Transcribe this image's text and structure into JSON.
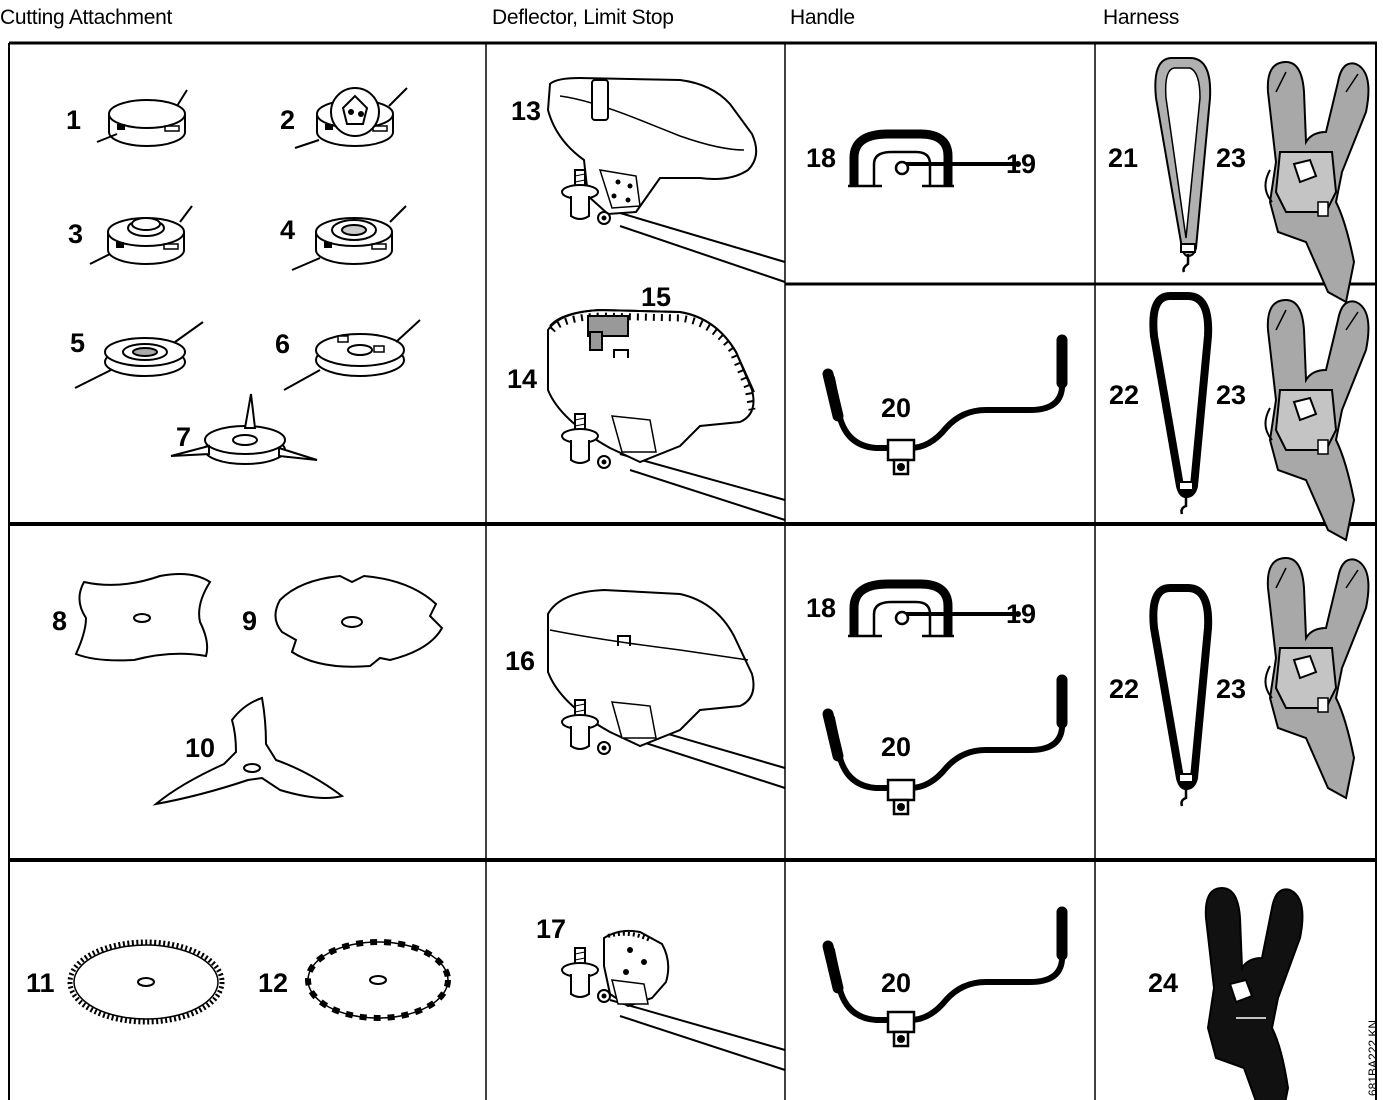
{
  "headers": {
    "cutting": "Cutting Attachment",
    "deflector": "Deflector, Limit Stop",
    "handle": "Handle",
    "harness": "Harness"
  },
  "labels": {
    "n1": "1",
    "n2": "2",
    "n3": "3",
    "n4": "4",
    "n5": "5",
    "n6": "6",
    "n7": "7",
    "n8": "8",
    "n9": "9",
    "n10": "10",
    "n11": "11",
    "n12": "12",
    "n13": "13",
    "n14": "14",
    "n15": "15",
    "n16": "16",
    "n17": "17",
    "n18a": "18",
    "n19a": "19",
    "n18b": "18",
    "n19b": "19",
    "n20a": "20",
    "n20b": "20",
    "n20c": "20",
    "n21": "21",
    "n22a": "22",
    "n22b": "22",
    "n23a": "23",
    "n23b": "23",
    "n23c": "23",
    "n24": "24"
  },
  "figure_code": "681BA222 KN"
}
